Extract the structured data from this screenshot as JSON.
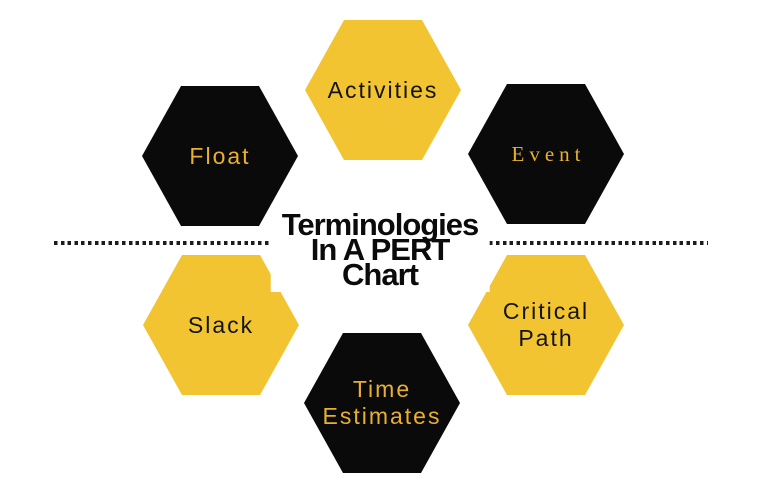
{
  "title": {
    "line1": "Terminologies",
    "line2": "In A PERT",
    "line3": "Chart",
    "color": "#0B0B0B"
  },
  "divider": {
    "style": "dotted-horizontal-line",
    "color": "#1C1C1C"
  },
  "colors": {
    "background": "#FFFFFF",
    "hex_yellow": "#F2C431",
    "hex_black": "#0A0A0A",
    "label_on_black": "#E9B02E",
    "label_on_yellow": "#131313"
  },
  "hexagons": {
    "activities": {
      "label": "Activities",
      "fill": "yellow"
    },
    "float": {
      "label": "Float",
      "fill": "black"
    },
    "event": {
      "label": "Event",
      "fill": "black"
    },
    "slack": {
      "label": "Slack",
      "fill": "yellow"
    },
    "critical_path": {
      "line1": "Critical",
      "line2": "Path",
      "fill": "yellow"
    },
    "time_estimates": {
      "line1": "Time",
      "line2": "Estimates",
      "fill": "black"
    }
  }
}
